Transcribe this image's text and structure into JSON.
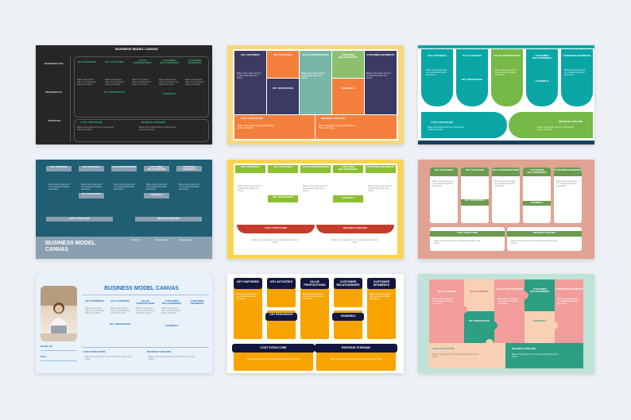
{
  "slides": {
    "s1": {
      "title": "BUSINESS MODEL CANVAS",
      "rows": [
        "DESIGNED FOR:",
        "DESIGNED BY:",
        "ITERATION"
      ],
      "cols": [
        "KEY PARTNERS",
        "KEY ACTIVITIES",
        "VALUE PROPOSITIONS",
        "CUSTOMER RELATIONSHIPS",
        "CUSTOMER SEGMENTS"
      ],
      "sub": [
        "KEY RESOURCES",
        "CHANNELS"
      ],
      "bottom": [
        "COST STRUCTURE",
        "REVENUE STREAMS"
      ],
      "desc": "Make a big impact with our professional slides and charts"
    },
    "s2": {
      "cols": [
        "KEY PARTNERS",
        "KEY ACTIVITIES",
        "VALUE PROPOSITIONS",
        "CUSTOMER RELATIONSHIPS",
        "CUSTOMER SEGMENTS"
      ],
      "sub": [
        "KEY RESOURCES",
        "CHANNELS"
      ],
      "bottom": [
        "COST STRUCTURE",
        "REVENUE STREAMS"
      ],
      "desc": "Make a big impact with our professional slides and charts"
    },
    "s3": {
      "cols": [
        "KEY PARTNERS",
        "KEY ACTIVITIES",
        "VALUE PROPOSITIONS",
        "CUSTOMER RELATIONSHIPS",
        "CUSTOMER SEGMENTS"
      ],
      "sub": [
        "KEY RESOURCES",
        "CHANNELS"
      ],
      "bottom": [
        "COST STRUCTURE",
        "REVENUE STREAMS"
      ],
      "desc": "Make a big impact with our professional slides and charts"
    },
    "s4": {
      "cols": [
        "KEY PARTNERS",
        "KEY ACTIVITIES",
        "VALUE PROPOSITIONS",
        "CUSTOMER RELATIONSHIPS",
        "CUSTOMER SEGMENTS"
      ],
      "sub": [
        "KEY RESOURCES",
        "CHANNELS"
      ],
      "bottom": [
        "COST STRUCTURE",
        "REVENUE STREAMS"
      ],
      "title": "BUSINESS MODEL CANVAS",
      "meta": [
        "Made in:",
        "Designed for:",
        "Designed by:"
      ],
      "desc": "Make a big impact with our professional slides and charts"
    },
    "s5": {
      "cols": [
        "KEY PARTNERS",
        "KEY ACTIVITIES",
        "VALUE PROPOSITIONS",
        "CUSTOMER RELATIONSHIPS",
        "CUSTOMER SEGMENTS"
      ],
      "sub": [
        "KEY RESOURCES",
        "CHANNELS"
      ],
      "bottom": [
        "COST STRUCTURE",
        "REVENUE STREAMS"
      ],
      "desc": "Make a big impact with our professional slides and charts"
    },
    "s6": {
      "cols": [
        "KEY PARTNERS",
        "KEY ACTIVITIES",
        "VALUE PROPOSITIONS",
        "CUSTOMER RELATIONSHIPS",
        "CUSTOMER SEGMENTS"
      ],
      "sub": [
        "KEY RESOURCES",
        "CHANNELS"
      ],
      "bottom": [
        "COST STRUCTURE",
        "REVENUE STREAMS"
      ],
      "desc": "Make a big impact with our professional slides and charts"
    },
    "s7": {
      "title": "BUSINESS MODEL CANVAS",
      "cols": [
        "KEY PARTNERS",
        "KEY ACTIVITIES",
        "VALUE PROPOSITIONS",
        "CUSTOMER RELATIONSHIPS",
        "CUSTOMER SEGMENTS"
      ],
      "sub": [
        "KEY RESOURCES",
        "CHANNELS"
      ],
      "bottom": [
        "COST STRUCTURE",
        "REVENUE STREAMS"
      ],
      "meta": [
        "Design By:",
        "Date:"
      ],
      "desc": "Make a big impact with our professional slides and charts"
    },
    "s8": {
      "cols": [
        "KEY PARTNERS",
        "KEY ACTIVITIES",
        "VALUE PROPOSITIONS",
        "CUSTOMER RELATIONSHIPS",
        "CUSTOMER SEGMENTS"
      ],
      "sub": [
        "KEY RESOURCES",
        "CHANNELS"
      ],
      "bottom": [
        "COST STRUCTURE",
        "REVENUE STREAMS"
      ],
      "desc": "Make a big impact with our professional slides and charts"
    },
    "s9": {
      "cols": [
        "KEY PARTNERS",
        "KEY ACTIVITIES",
        "VALUE PROPOSITIONS",
        "CUSTOMER RELATIONSHIPS",
        "CUSTOMER SEGMENTS"
      ],
      "sub": [
        "KEY RESOURCES",
        "CHANNELS"
      ],
      "bottom": [
        "COST STRUCTURE",
        "REVENUE STREAMS"
      ],
      "desc": "Make a big impact with our professional slides and charts"
    }
  },
  "colors": {
    "page_bg": "#edf0f4",
    "s1_bg": "#262626",
    "s1_accent": "#2fbf71",
    "s2_frame": "#f7d77a",
    "s2_navy": "#3a3a63",
    "s2_orange": "#f47f3c",
    "s2_green": "#8dbf6e",
    "s2_teal": "#78b7a8",
    "s3_teal": "#0aa6a6",
    "s3_green": "#76b947",
    "s3_navy": "#173f5f",
    "s4_bg": "#1f5e73",
    "s4_slate": "#8a9fb0",
    "s5_green": "#8bbf2f",
    "s5_red": "#c63b2c",
    "s5_yellow": "#f7d452",
    "s6_bg": "#e0a393",
    "s6_green": "#6a9b4e",
    "s7_bg": "#e9f1fb",
    "s7_blue": "#1d6fb8",
    "s8_orange": "#f7a400",
    "s8_navy": "#13173f",
    "s9_bg": "#bfe3d6",
    "s9_pink": "#f29d9b",
    "s9_teal": "#2d9f83",
    "s9_peach": "#f8d1b5"
  }
}
